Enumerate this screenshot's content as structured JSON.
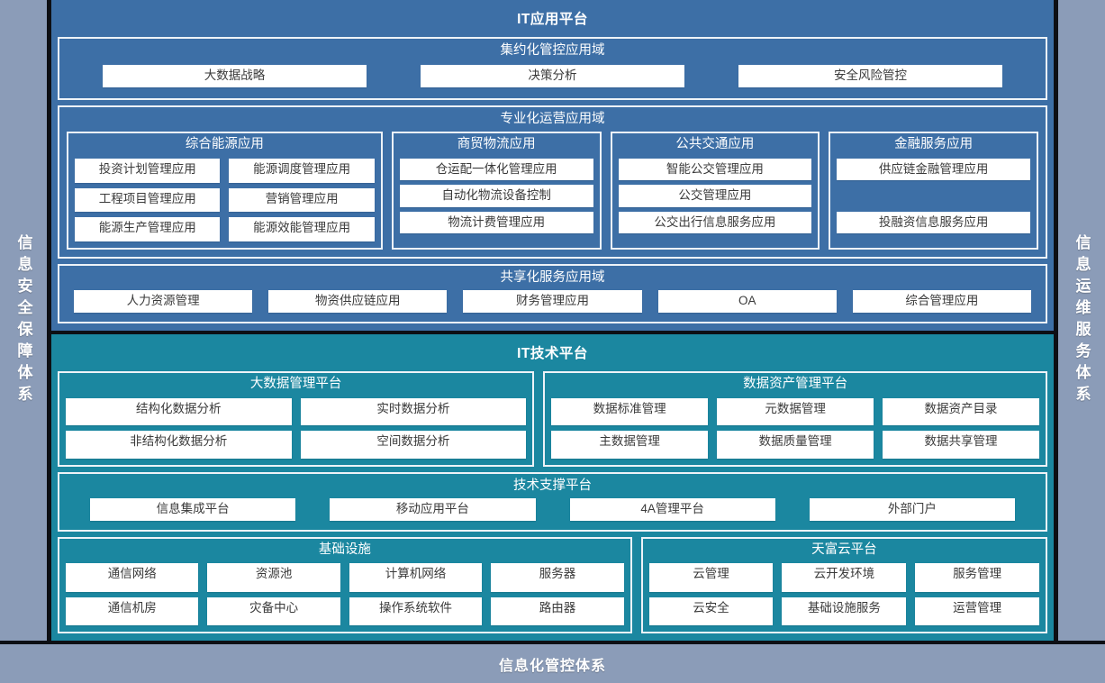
{
  "left_rail": {
    "label": "信息安全保障体系"
  },
  "right_rail": {
    "label": "信息运维服务体系"
  },
  "bottom_bar": {
    "label": "信息化管控体系"
  },
  "colors": {
    "application_platform": "#3d6fa6",
    "technology_platform": "#1b87a0",
    "rail": "#8b9cb8",
    "chip": "#ffffff",
    "border": "#eef3f8",
    "divider": "#0d0f14"
  },
  "application_platform": {
    "title": "IT应用平台",
    "domains": [
      {
        "title": "集约化管控应用域",
        "layout": "row",
        "items": [
          "大数据战略",
          "决策分析",
          "安全风险管控"
        ]
      },
      {
        "title": "专业化运营应用域",
        "layout": "columns",
        "columns": [
          {
            "title": "综合能源应用",
            "layout": "grid2",
            "items": [
              "投资计划管理应用",
              "能源调度管理应用",
              "工程项目管理应用",
              "营销管理应用",
              "能源生产管理应用",
              "能源效能管理应用"
            ]
          },
          {
            "title": "商贸物流应用",
            "layout": "list",
            "items": [
              "仓运配一体化管理应用",
              "自动化物流设备控制",
              "物流计费管理应用"
            ]
          },
          {
            "title": "公共交通应用",
            "layout": "list",
            "items": [
              "智能公交管理应用",
              "公交管理应用",
              "公交出行信息服务应用"
            ]
          },
          {
            "title": "金融服务应用",
            "layout": "list",
            "items": [
              "供应链金融管理应用",
              "",
              "投融资信息服务应用"
            ]
          }
        ]
      },
      {
        "title": "共享化服务应用域",
        "layout": "row",
        "items": [
          "人力资源管理",
          "物资供应链应用",
          "财务管理应用",
          "OA",
          "综合管理应用"
        ]
      }
    ]
  },
  "technology_platform": {
    "title": "IT技术平台",
    "groups": [
      {
        "layout": "two-up",
        "columns": [
          {
            "title": "大数据管理平台",
            "layout": "grid2",
            "items": [
              "结构化数据分析",
              "实时数据分析",
              "非结构化数据分析",
              "空间数据分析"
            ]
          },
          {
            "title": "数据资产管理平台",
            "layout": "grid3",
            "items": [
              "数据标准管理",
              "元数据管理",
              "数据资产目录",
              "主数据管理",
              "数据质量管理",
              "数据共享管理"
            ]
          }
        ]
      },
      {
        "layout": "full-row",
        "title": "技术支撑平台",
        "items": [
          "信息集成平台",
          "移动应用平台",
          "4A管理平台",
          "外部门户"
        ]
      },
      {
        "layout": "two-up",
        "columns": [
          {
            "title": "基础设施",
            "layout": "grid4",
            "items": [
              "通信网络",
              "资源池",
              "计算机网络",
              "服务器",
              "通信机房",
              "灾备中心",
              "操作系统软件",
              "路由器"
            ]
          },
          {
            "title": "天富云平台",
            "layout": "grid3",
            "items": [
              "云管理",
              "云开发环境",
              "服务管理",
              "云安全",
              "基础设施服务",
              "运营管理"
            ]
          }
        ]
      }
    ]
  }
}
